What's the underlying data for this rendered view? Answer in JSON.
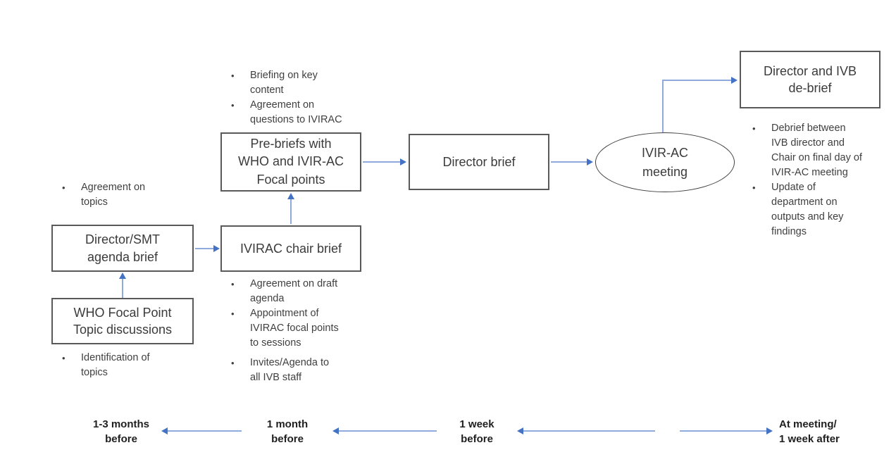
{
  "glyphs": {
    "bullet": "•"
  },
  "colors": {
    "arrow_head": "#4472c4",
    "arrow_shaft": "#8faadc",
    "box_border": "#595959",
    "ellipse_border": "#404040",
    "box_text": "#3b3b3b",
    "bullet_text": "#404040",
    "timeline_text": "#1f1f1f",
    "background": "#ffffff"
  },
  "nodes": {
    "director_smt": {
      "label": "Director/SMT\nagenda brief"
    },
    "who_focal_point": {
      "label": "WHO Focal Point\nTopic discussions"
    },
    "ivirac_chair": {
      "label": "IVIRAC chair brief"
    },
    "pre_briefs": {
      "label": "Pre-briefs with\nWHO and IVIR-AC\nFocal points"
    },
    "director_brief": {
      "label": "Director brief"
    },
    "ivirac_meeting": {
      "label": "IVIR-AC\nmeeting"
    },
    "director_ivb_debrief": {
      "label": "Director and IVB\nde-brief"
    }
  },
  "bullets": {
    "agenda_topics": {
      "items": [
        "Agreement on\ntopics"
      ]
    },
    "topic_identification": {
      "items": [
        "Identification of\ntopics"
      ]
    },
    "pre_brief_notes": {
      "items": [
        "Briefing on key\ncontent",
        "Agreement on\nquestions to IVIRAC"
      ]
    },
    "chair_brief_notes": {
      "items": [
        "Agreement on draft\nagenda",
        "Appointment of\nIVIRAC focal points\nto sessions",
        "Invites/Agenda to\nall IVB staff"
      ]
    },
    "debrief_notes": {
      "items": [
        "Debrief between\nIVB director and\nChair on final day of\nIVIR-AC meeting",
        "Update of\ndepartment on\noutputs and key\nfindings"
      ]
    }
  },
  "timeline": {
    "labels": [
      "1-3 months\nbefore",
      "1 month\nbefore",
      "1 week\nbefore",
      "At meeting/\n1 week after"
    ]
  }
}
